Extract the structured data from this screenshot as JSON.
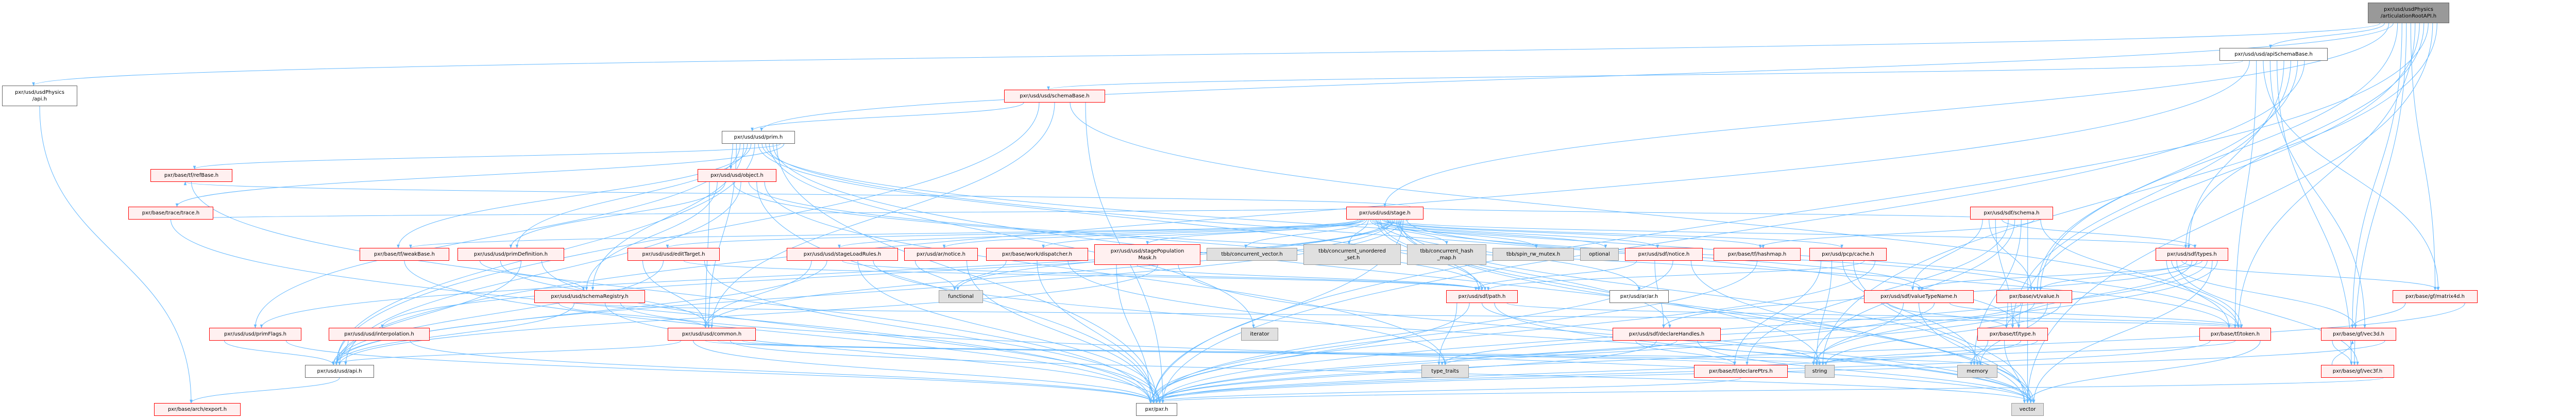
{
  "graph": {
    "title": "pxr/usd/usdPhysics/articulationRootAPI.h include dependency graph",
    "colors": {
      "edge": "#63b8ff",
      "documented_border": "#ff0000",
      "documented_fill": "#fff0f0",
      "external_fill": "#e0e0e0",
      "root_fill": "#999999"
    },
    "nodes": {
      "root": "pxr/usd/usdPhysics\n/articulationRootAPI.h",
      "apiSchemaBase": "pxr/usd/usd/apiSchemaBase.h",
      "usdPhysicsApi": "pxr/usd/usdPhysics\n/api.h",
      "schemaBase": "pxr/usd/usd/schemaBase.h",
      "prim": "pxr/usd/usd/prim.h",
      "refBase": "pxr/base/tf/refBase.h",
      "object": "pxr/usd/usd/object.h",
      "trace": "pxr/base/trace/trace.h",
      "stage": "pxr/usd/usd/stage.h",
      "sdfSchema": "pxr/usd/sdf/schema.h",
      "weakBase": "pxr/base/tf/weakBase.h",
      "primDefinition": "pxr/usd/usd/primDefinition.h",
      "editTarget": "pxr/usd/usd/editTarget.h",
      "stageLoadRules": "pxr/usd/usd/stageLoadRules.h",
      "arNotice": "pxr/usd/ar/notice.h",
      "dispatcher": "pxr/base/work/dispatcher.h",
      "stagePopulationMask": "pxr/usd/usd/stagePopulation\nMask.h",
      "concurrentVector": "tbb/concurrent_vector.h",
      "concurrentUnorderedSet": "tbb/concurrent_unordered\n_set.h",
      "concurrentHashMap": "tbb/concurrent_hash\n_map.h",
      "spinRwMutex": "tbb/spin_rw_mutex.h",
      "optional": "optional",
      "sdfNotice": "pxr/usd/sdf/notice.h",
      "hashmap": "pxr/base/tf/hashmap.h",
      "pcpCache": "pxr/usd/pcp/cache.h",
      "sdfTypes": "pxr/usd/sdf/types.h",
      "schemaRegistry": "pxr/usd/usd/schemaRegistry.h",
      "functional": "functional",
      "sdfPath": "pxr/usd/sdf/path.h",
      "arAr": "pxr/usd/ar/ar.h",
      "valueTypeName": "pxr/usd/sdf/valueTypeName.h",
      "vtValue": "pxr/base/vt/value.h",
      "matrix4d": "pxr/base/gf/matrix4d.h",
      "primFlags": "pxr/usd/usd/primFlags.h",
      "interpolation": "pxr/usd/usd/interpolation.h",
      "common": "pxr/usd/usd/common.h",
      "iterator": "iterator",
      "declareHandles": "pxr/usd/sdf/declareHandles.h",
      "tfType": "pxr/base/tf/type.h",
      "token": "pxr/base/tf/token.h",
      "vec3d": "pxr/base/gf/vec3d.h",
      "usdApi": "pxr/usd/usd/api.h",
      "typeTraits": "type_traits",
      "declarePtrs": "pxr/base/tf/declarePtrs.h",
      "string": "string",
      "memory": "memory",
      "vec3f": "pxr/base/gf/vec3f.h",
      "export": "pxr/base/arch/export.h",
      "pxr": "pxr/pxr.h",
      "vector": "vector"
    },
    "edges": {
      "root": [
        "usdPhysicsApi",
        "apiSchemaBase",
        "stage",
        "prim",
        "vtValue",
        "vec3d",
        "vec3f",
        "matrix4d",
        "token",
        "tfType",
        "sdfTypes",
        "pxr",
        "vector",
        "string"
      ],
      "apiSchemaBase": [
        "schemaBase",
        "usdApi",
        "token",
        "matrix4d",
        "vec3d",
        "vec3f",
        "sdfTypes",
        "tfType",
        "vtValue",
        "pxr"
      ],
      "usdPhysicsApi": [
        "export"
      ],
      "schemaBase": [
        "prim",
        "usdApi",
        "common",
        "token",
        "pxr"
      ],
      "prim": [
        "object",
        "common",
        "primFlags",
        "schemaRegistry",
        "primDefinition",
        "weakBase",
        "usdApi",
        "sdfPath",
        "token",
        "tfType",
        "iterator",
        "vector",
        "pxr",
        "refBase",
        "trace"
      ],
      "object": [
        "common",
        "schemaRegistry",
        "primDefinition",
        "sdfPath",
        "usdApi",
        "token",
        "pxr",
        "typeTraits"
      ],
      "stage": [
        "editTarget",
        "stageLoadRules",
        "stagePopulationMask",
        "arNotice",
        "dispatcher",
        "concurrentVector",
        "concurrentUnorderedSet",
        "concurrentHashMap",
        "spinRwMutex",
        "optional",
        "sdfNotice",
        "sdfPath",
        "arAr",
        "declareHandles",
        "hashmap",
        "pcpCache",
        "sdfTypes",
        "vtValue",
        "interpolation",
        "primFlags",
        "common",
        "functional",
        "string",
        "memory",
        "vector",
        "usdApi",
        "pxr",
        "sdfSchema",
        "valueTypeName",
        "weakBase",
        "refBase",
        "trace"
      ],
      "sdfSchema": [
        "valueTypeName",
        "vtValue",
        "tfType",
        "sdfTypes",
        "declarePtrs",
        "string",
        "memory",
        "vector",
        "hashmap",
        "token"
      ],
      "weakBase": [
        "pxr"
      ],
      "primDefinition": [
        "schemaRegistry",
        "common",
        "usdApi",
        "pxr"
      ],
      "editTarget": [
        "common",
        "usdApi",
        "sdfPath",
        "pxr"
      ],
      "stageLoadRules": [
        "common",
        "usdApi",
        "sdfPath",
        "pxr",
        "vector"
      ],
      "arNotice": [
        "functional",
        "pxr"
      ],
      "dispatcher": [
        "functional",
        "pxr",
        "typeTraits"
      ],
      "stagePopulationMask": [
        "pxr",
        "sdfPath",
        "usdApi",
        "vector"
      ],
      "sdfNotice": [
        "sdfPath",
        "declareHandles",
        "pxr",
        "vector"
      ],
      "hashmap": [
        "pxr"
      ],
      "pcpCache": [
        "declarePtrs",
        "string",
        "memory",
        "vector",
        "sdfPath",
        "pxr"
      ],
      "sdfTypes": [
        "token",
        "vec3d",
        "vec3f",
        "matrix4d",
        "vtValue",
        "tfType",
        "declareHandles",
        "valueTypeName",
        "pxr",
        "vector",
        "string"
      ],
      "schemaRegistry": [
        "common",
        "usdApi",
        "token",
        "pxr",
        "vector"
      ],
      "sdfPath": [
        "typeTraits",
        "pxr",
        "string",
        "vector",
        "token"
      ],
      "valueTypeName": [
        "tfType",
        "string",
        "vector",
        "pxr",
        "token"
      ],
      "vtValue": [
        "tfType",
        "typeTraits",
        "pxr",
        "memory",
        "string"
      ],
      "matrix4d": [
        "vec3d",
        "pxr"
      ],
      "primFlags": [
        "usdApi",
        "pxr"
      ],
      "interpolation": [
        "usdApi",
        "pxr"
      ],
      "common": [
        "usdApi",
        "pxr",
        "string",
        "memory",
        "vector",
        "declarePtrs"
      ],
      "declareHandles": [
        "declarePtrs",
        "pxr",
        "typeTraits",
        "vector"
      ],
      "tfType": [
        "memory",
        "vector",
        "pxr",
        "string"
      ],
      "token": [
        "pxr",
        "string",
        "vector"
      ],
      "vec3d": [
        "vec3f",
        "pxr"
      ],
      "vec3f": [
        "vec3d",
        "pxr"
      ],
      "usdApi": [
        "export"
      ],
      "refBase": [
        "pxr"
      ],
      "trace": [
        "pxr"
      ],
      "declarePtrs": [
        "pxr"
      ]
    }
  }
}
